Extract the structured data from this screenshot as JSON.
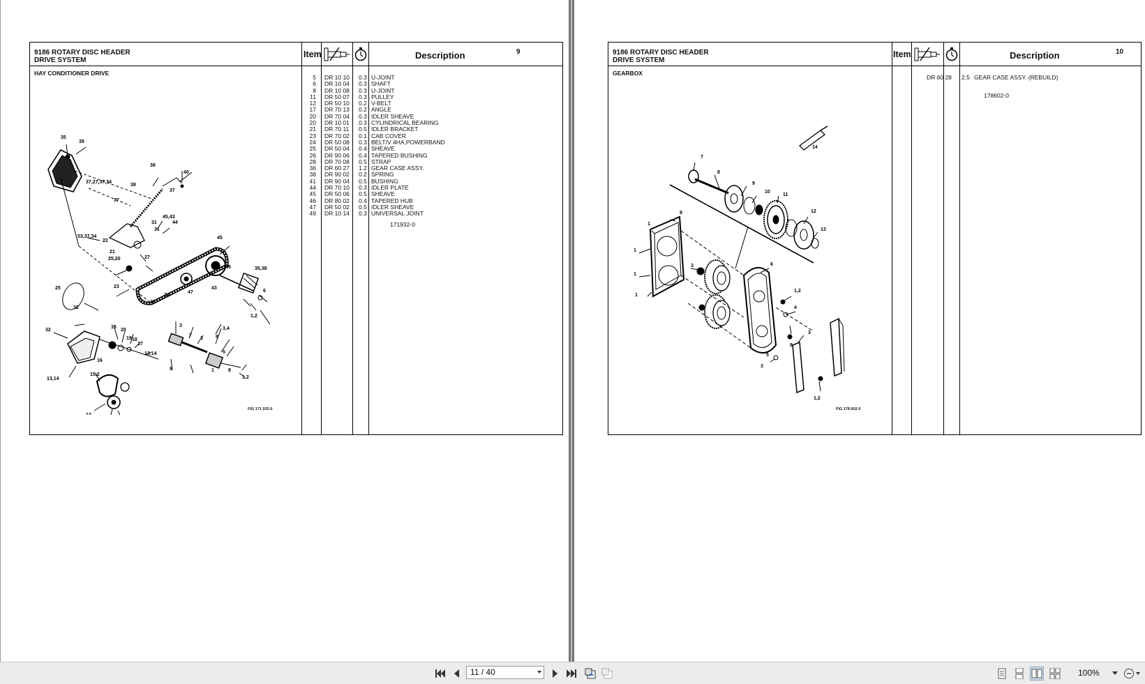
{
  "left_page": {
    "title_line1": "9186 ROTARY DISC HEADER",
    "title_line2": "DRIVE SYSTEM",
    "item_header": "Item",
    "description_header": "Description",
    "page_number": "9",
    "section": "HAY CONDITIONER DRIVE",
    "reference": "171932-0",
    "figure_code": "FIG 171 932-0",
    "parts": [
      {
        "item": "5",
        "code": "DR 10 10",
        "hours": "0.3",
        "desc": "U-JOINT"
      },
      {
        "item": "6",
        "code": "DR 10 04",
        "hours": "0.3",
        "desc": "SHAFT"
      },
      {
        "item": "8",
        "code": "DR 10 08",
        "hours": "0.3",
        "desc": "U-JOINT"
      },
      {
        "item": "11",
        "code": "DR 50 07",
        "hours": "0.3",
        "desc": "PULLEY"
      },
      {
        "item": "12",
        "code": "DR 50 10",
        "hours": "0.2",
        "desc": "V-BELT"
      },
      {
        "item": "17",
        "code": "DR 70 13",
        "hours": "0.2",
        "desc": "ANGLE"
      },
      {
        "item": "20",
        "code": "DR 70 04",
        "hours": "0.3",
        "desc": "IDLER SHEAVE"
      },
      {
        "item": "20",
        "code": "DR 10 01",
        "hours": "0.3",
        "desc": "CYLINDRICAL BEARING"
      },
      {
        "item": "21",
        "code": "DR 70 11",
        "hours": "0.5",
        "desc": "IDLER BRACKET"
      },
      {
        "item": "23",
        "code": "DR 70 02",
        "hours": "0.1",
        "desc": "CAB COVER"
      },
      {
        "item": "24",
        "code": "DR 50 08",
        "hours": "0.3",
        "desc": "BELT/V 4HA,POWERBAND"
      },
      {
        "item": "25",
        "code": "DR 50 04",
        "hours": "0.4",
        "desc": "SHEAVE"
      },
      {
        "item": "26",
        "code": "DR 90 06",
        "hours": "0.4",
        "desc": "TAPERED BUSHING"
      },
      {
        "item": "28",
        "code": "DR 70 08",
        "hours": "0.5",
        "desc": "STRAP"
      },
      {
        "item": "36",
        "code": "DR 60 27",
        "hours": "1.2",
        "desc": "GEAR CASE ASSY."
      },
      {
        "item": "38",
        "code": "DR 90 02",
        "hours": "0.2",
        "desc": "SPRING"
      },
      {
        "item": "41",
        "code": "DR 90 04",
        "hours": "0.5",
        "desc": "BUSHING"
      },
      {
        "item": "44",
        "code": "DR 70 10",
        "hours": "0.3",
        "desc": "IDLER PLATE"
      },
      {
        "item": "45",
        "code": "DR 50 06",
        "hours": "0.5",
        "desc": "SHEAVE"
      },
      {
        "item": "46",
        "code": "DR 80 02",
        "hours": "0.4",
        "desc": "TAPERED HUB"
      },
      {
        "item": "47",
        "code": "DR 50 02",
        "hours": "0.5",
        "desc": "IDLER SHEAVE"
      },
      {
        "item": "49",
        "code": "DR 10 14",
        "hours": "0.3",
        "desc": "UNIVERSAL JOINT"
      }
    ]
  },
  "right_page": {
    "title_line1": "9186 ROTARY DISC HEADER",
    "title_line2": "DRIVE SYSTEM",
    "item_header": "Item",
    "description_header": "Description",
    "page_number": "10",
    "section": "GEARBOX",
    "reference": "178602-0",
    "figure_code": "FIG 178 602-0",
    "parts": [
      {
        "item": "",
        "code": "DR 60 28",
        "hours": "2.5",
        "desc": "GEAR CASE ASSY. (REBUILD)"
      }
    ]
  },
  "toolbar": {
    "page_indicator": "11 / 40",
    "zoom": "100%"
  },
  "colors": {
    "gutter": "#777777",
    "toolbar_bg": "#ececec",
    "active_view": "#cfd8e6"
  }
}
